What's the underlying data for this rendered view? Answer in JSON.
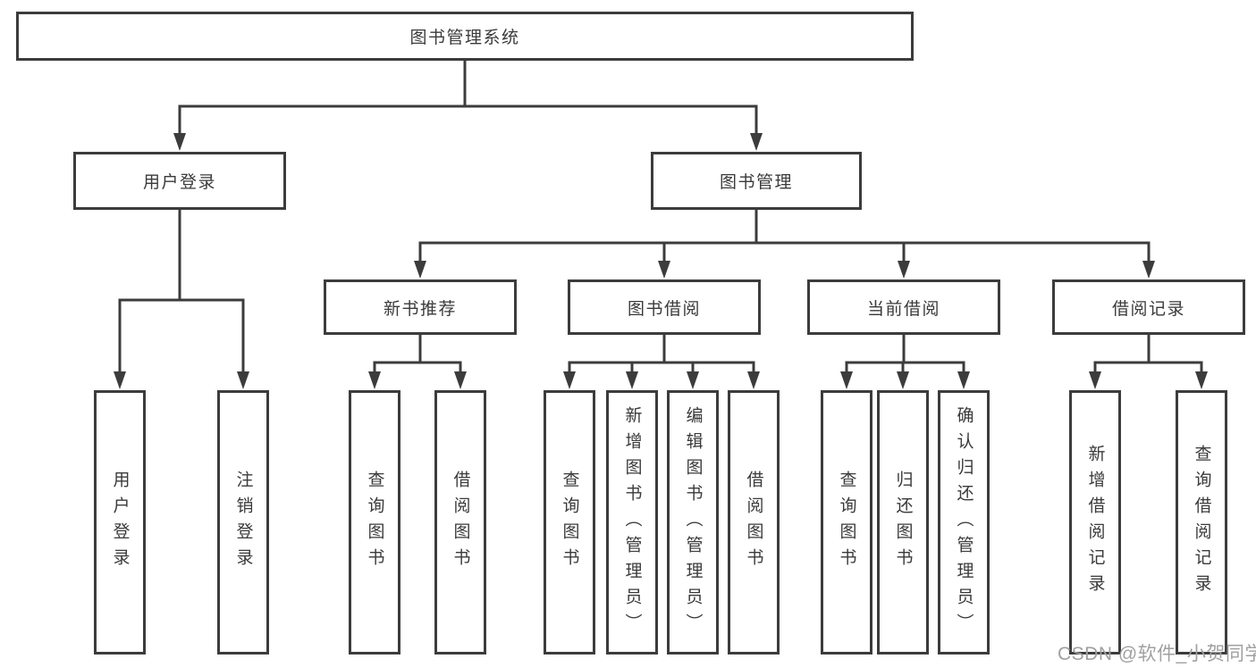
{
  "nodes": {
    "root": "图书管理系统",
    "l2": [
      "用户登录",
      "图书管理"
    ],
    "l3": [
      "新书推荐",
      "图书借阅",
      "当前借阅",
      "借阅记录"
    ],
    "leaves": [
      "用户登录",
      "注销登录",
      "查询图书",
      "借阅图书",
      "查询图书",
      "新增图书（管理员）",
      "编辑图书（管理员）",
      "借阅图书",
      "查询图书",
      "归还图书",
      "确认归还（管理员）",
      "新增借阅记录",
      "查询借阅记录"
    ]
  },
  "colors": {
    "line": "#3c3c3c",
    "text": "#3a3a3a",
    "watermark": "#a0a0a0"
  },
  "watermark": "CSDN @软件_小贺同学"
}
